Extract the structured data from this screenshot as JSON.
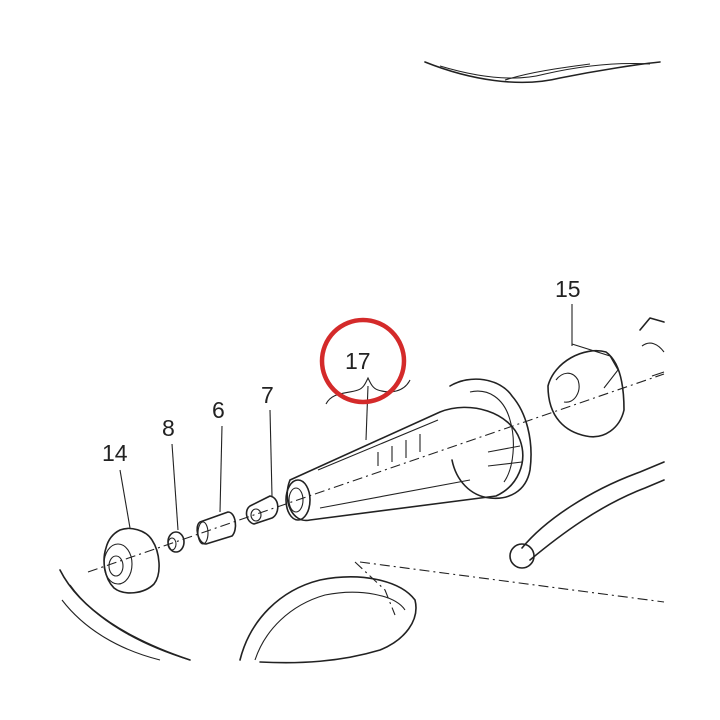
{
  "diagram": {
    "callouts": [
      {
        "id": "14",
        "label": "14"
      },
      {
        "id": "8",
        "label": "8"
      },
      {
        "id": "6",
        "label": "6"
      },
      {
        "id": "7",
        "label": "7"
      },
      {
        "id": "17",
        "label": "17"
      },
      {
        "id": "15",
        "label": "15"
      }
    ],
    "highlight": {
      "target": "17",
      "color": "#d42a2a"
    }
  }
}
